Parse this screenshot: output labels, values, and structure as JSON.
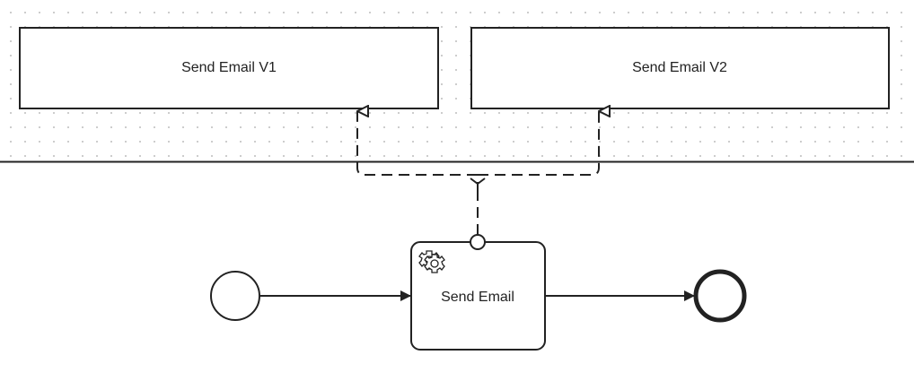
{
  "diagram": {
    "upper_boxes": [
      {
        "id": "v1",
        "label": "Send Email V1"
      },
      {
        "id": "v2",
        "label": "Send Email V2"
      }
    ],
    "task": {
      "label": "Send Email",
      "icon": "gear-icon",
      "type": "service-task"
    },
    "start_event": {
      "type": "start-event"
    },
    "end_event": {
      "type": "end-event"
    },
    "colors": {
      "stroke": "#222222",
      "background": "#ffffff",
      "grid_dots": "#c9c9c9"
    }
  }
}
